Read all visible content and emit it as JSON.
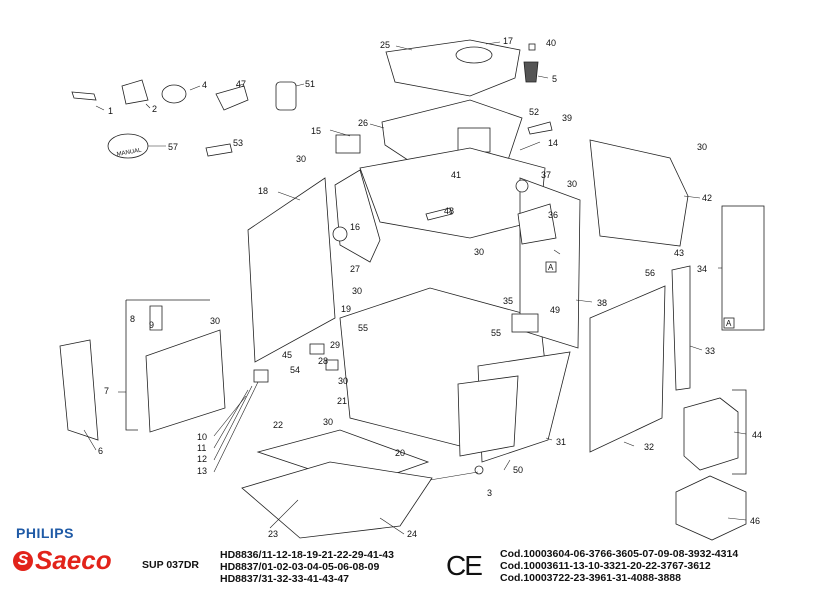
{
  "footer": {
    "brand_philips": "PHILIPS",
    "brand_saeco": "Saeco",
    "model": "SUP 037DR",
    "hd_codes": [
      "HD8836/11-12-18-19-21-22-29-41-43",
      "HD8837/01-02-03-04-05-06-08-09",
      "HD8837/31-32-33-41-43-47"
    ],
    "ce_mark": "CE",
    "cod_codes": [
      "Cod.10003604-06-3766-3605-07-09-08-3932-4314",
      "Cod.10003611-13-10-3321-20-22-3767-3612",
      "Cod.10003722-23-3961-31-4088-3888"
    ]
  },
  "part_labels": {
    "manual_text": "MANUAL",
    "box_A": "A"
  },
  "callouts": [
    {
      "name": "callout-1",
      "text": "1"
    },
    {
      "name": "callout-2",
      "text": "2"
    },
    {
      "name": "callout-3",
      "text": "3"
    },
    {
      "name": "callout-4",
      "text": "4"
    },
    {
      "name": "callout-5",
      "text": "5"
    },
    {
      "name": "callout-6",
      "text": "6"
    },
    {
      "name": "callout-7",
      "text": "7"
    },
    {
      "name": "callout-8",
      "text": "8"
    },
    {
      "name": "callout-9",
      "text": "9"
    },
    {
      "name": "callout-10",
      "text": "10"
    },
    {
      "name": "callout-11",
      "text": "11"
    },
    {
      "name": "callout-12",
      "text": "12"
    },
    {
      "name": "callout-13",
      "text": "13"
    },
    {
      "name": "callout-14",
      "text": "14"
    },
    {
      "name": "callout-15",
      "text": "15"
    },
    {
      "name": "callout-16",
      "text": "16"
    },
    {
      "name": "callout-17",
      "text": "17"
    },
    {
      "name": "callout-18",
      "text": "18"
    },
    {
      "name": "callout-19",
      "text": "19"
    },
    {
      "name": "callout-20",
      "text": "20"
    },
    {
      "name": "callout-21",
      "text": "21"
    },
    {
      "name": "callout-22",
      "text": "22"
    },
    {
      "name": "callout-23",
      "text": "23"
    },
    {
      "name": "callout-24",
      "text": "24"
    },
    {
      "name": "callout-25",
      "text": "25"
    },
    {
      "name": "callout-26",
      "text": "26"
    },
    {
      "name": "callout-27",
      "text": "27"
    },
    {
      "name": "callout-28",
      "text": "28"
    },
    {
      "name": "callout-29",
      "text": "29"
    },
    {
      "name": "callout-30-a",
      "text": "30"
    },
    {
      "name": "callout-30-b",
      "text": "30"
    },
    {
      "name": "callout-30-c",
      "text": "30"
    },
    {
      "name": "callout-30-d",
      "text": "30"
    },
    {
      "name": "callout-30-e",
      "text": "30"
    },
    {
      "name": "callout-30-f",
      "text": "30"
    },
    {
      "name": "callout-30-g",
      "text": "30"
    },
    {
      "name": "callout-30-h",
      "text": "30"
    },
    {
      "name": "callout-31",
      "text": "31"
    },
    {
      "name": "callout-32",
      "text": "32"
    },
    {
      "name": "callout-33",
      "text": "33"
    },
    {
      "name": "callout-34",
      "text": "34"
    },
    {
      "name": "callout-35",
      "text": "35"
    },
    {
      "name": "callout-36",
      "text": "36"
    },
    {
      "name": "callout-37",
      "text": "37"
    },
    {
      "name": "callout-38",
      "text": "38"
    },
    {
      "name": "callout-39",
      "text": "39"
    },
    {
      "name": "callout-40",
      "text": "40"
    },
    {
      "name": "callout-41",
      "text": "41"
    },
    {
      "name": "callout-42",
      "text": "42"
    },
    {
      "name": "callout-43",
      "text": "43"
    },
    {
      "name": "callout-44",
      "text": "44"
    },
    {
      "name": "callout-45",
      "text": "45"
    },
    {
      "name": "callout-46",
      "text": "46"
    },
    {
      "name": "callout-47",
      "text": "47"
    },
    {
      "name": "callout-48",
      "text": "48"
    },
    {
      "name": "callout-49",
      "text": "49"
    },
    {
      "name": "callout-50",
      "text": "50"
    },
    {
      "name": "callout-51",
      "text": "51"
    },
    {
      "name": "callout-52",
      "text": "52"
    },
    {
      "name": "callout-53",
      "text": "53"
    },
    {
      "name": "callout-54",
      "text": "54"
    },
    {
      "name": "callout-55-a",
      "text": "55"
    },
    {
      "name": "callout-55-b",
      "text": "55"
    },
    {
      "name": "callout-56",
      "text": "56"
    },
    {
      "name": "callout-57",
      "text": "57"
    }
  ]
}
